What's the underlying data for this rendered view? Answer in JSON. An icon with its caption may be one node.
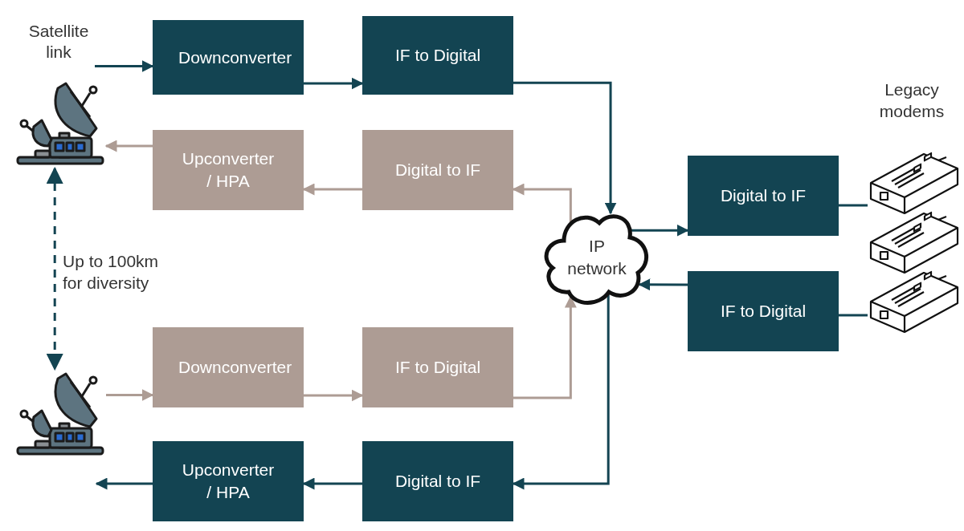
{
  "diagram": {
    "nodes": [
      {
        "text": [
          "Satellite link"
        ]
      },
      {
        "text": [
          "Downconverter"
        ]
      },
      {
        "text": [
          "IF to Digital"
        ]
      },
      {
        "text": [],
        "shape": "picture"
      },
      {
        "text": [
          "Upconverter / HPA"
        ]
      },
      {
        "text": [
          "Digital to IF"
        ]
      },
      {
        "text": [
          "Digital to IF"
        ]
      },
      {
        "text": [
          "IP network"
        ]
      },
      {
        "text": [
          "IF to Digital"
        ]
      },
      {
        "text": [],
        "shape": "picture"
      },
      {
        "text": [],
        "shape": "picture"
      },
      {
        "text": [],
        "shape": "picture"
      },
      {
        "text": [],
        "shape": "picture"
      },
      {
        "text": [
          "Downconverter"
        ]
      },
      {
        "text": [
          "IF to Digital"
        ]
      },
      {
        "text": [
          "Upconverter / HPA"
        ]
      },
      {
        "text": [
          "Digital to IF"
        ]
      }
    ],
    "edges": [
      {
        "from": 0,
        "to": 1,
        "arrow": "to"
      },
      {
        "from": 1,
        "to": 2,
        "arrow": "to"
      },
      {
        "from": 2,
        "to": 7,
        "arrow": "to"
      },
      {
        "from": 7,
        "to": 5,
        "arrow": "to",
        "color": "#ad9c94"
      },
      {
        "from": 5,
        "to": 4,
        "arrow": "to",
        "color": "#ad9c94"
      },
      {
        "from": 4,
        "to": 3,
        "arrow": "to",
        "color": "#ad9c94"
      },
      {
        "from": 3,
        "to": 12,
        "arrow": "both",
        "style": "dashed",
        "label": "Up to 100km for diversity"
      },
      {
        "from": 12,
        "to": 13,
        "arrow": "to",
        "color": "#ad9c94"
      },
      {
        "from": 13,
        "to": 14,
        "arrow": "to",
        "color": "#ad9c94"
      },
      {
        "from": 14,
        "to": 7,
        "arrow": "to",
        "color": "#ad9c94"
      },
      {
        "from": 7,
        "to": 16,
        "arrow": "to"
      },
      {
        "from": 16,
        "to": 15,
        "arrow": "to"
      },
      {
        "from": 15,
        "to": null,
        "arrow": "to"
      },
      {
        "from": 7,
        "to": 6,
        "arrow": "to"
      },
      {
        "from": 8,
        "to": 7,
        "arrow": "to"
      },
      {
        "from": 6,
        "to": 9,
        "arrow": "none"
      },
      {
        "from": 8,
        "to": 11,
        "arrow": "none"
      }
    ],
    "labels": [
      "Legacy modems"
    ]
  }
}
